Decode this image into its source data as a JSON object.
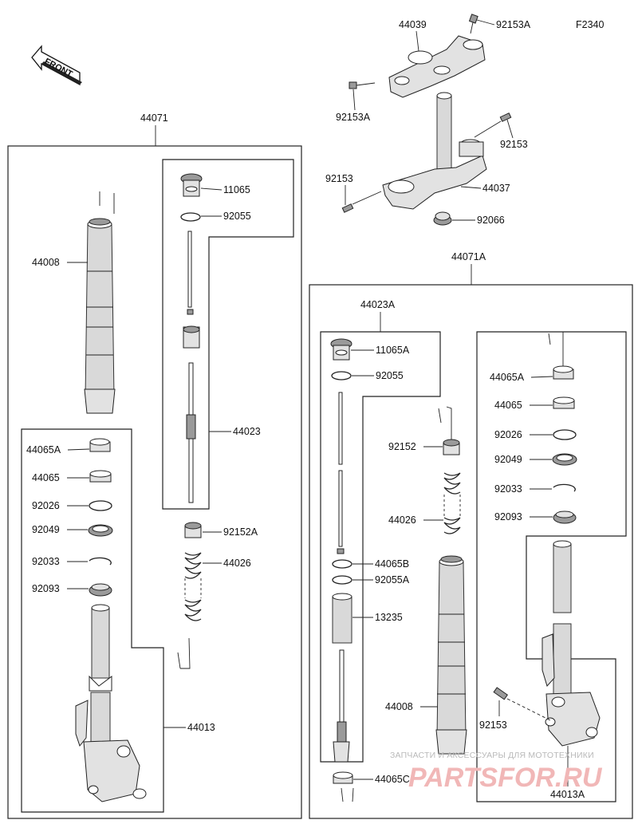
{
  "diagram_code": "F2340",
  "front_label": "FRONT",
  "watermark": {
    "line1": "ЗАПЧАСТИ И АКСЕССУАРЫ ДЛЯ МОТОТЕХНИКИ",
    "line2": "PARTSFOR.RU"
  },
  "callouts": {
    "top_44039": "44039",
    "top_92153A_right": "92153A",
    "top_92153A_left": "92153A",
    "top_92153_right": "92153",
    "top_92153_left": "92153",
    "top_44037": "44037",
    "top_92066": "92066",
    "l_44071": "44071",
    "l_11065": "11065",
    "l_92055": "92055",
    "l_44008": "44008",
    "l_44023": "44023",
    "l_44065A": "44065A",
    "l_44065": "44065",
    "l_92026": "92026",
    "l_92049": "92049",
    "l_92033": "92033",
    "l_92093": "92093",
    "l_92152A": "92152A",
    "l_44026": "44026",
    "l_44013": "44013",
    "r_44071A": "44071A",
    "r_44023A": "44023A",
    "r_11065A": "11065A",
    "r_92055": "92055",
    "r_92152": "92152",
    "r_44026": "44026",
    "r_44065B": "44065B",
    "r_92055A": "92055A",
    "r_13235": "13235",
    "r_44008": "44008",
    "r_44065C": "44065C",
    "r_44065A": "44065A",
    "r_44065": "44065",
    "r_92026": "92026",
    "r_92049": "92049",
    "r_92033": "92033",
    "r_92093": "92093",
    "r_92153": "92153",
    "r_44013A": "44013A"
  }
}
